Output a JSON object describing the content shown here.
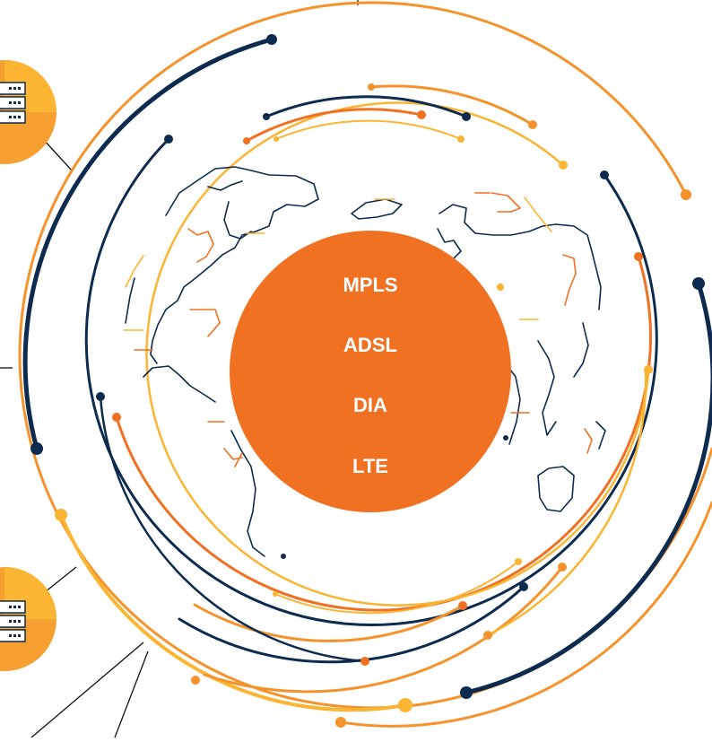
{
  "diagram": {
    "center_labels": [
      "MPLS",
      "ADSL",
      "DIA",
      "LTE"
    ],
    "node_icons": [
      "server-icon",
      "server-icon"
    ]
  },
  "colors": {
    "navy": "#0d2b4e",
    "orange": "#f07122",
    "orange_mid": "#f5922b",
    "amber": "#fbb532",
    "hub": "#f07122",
    "background": "#ffffff"
  }
}
